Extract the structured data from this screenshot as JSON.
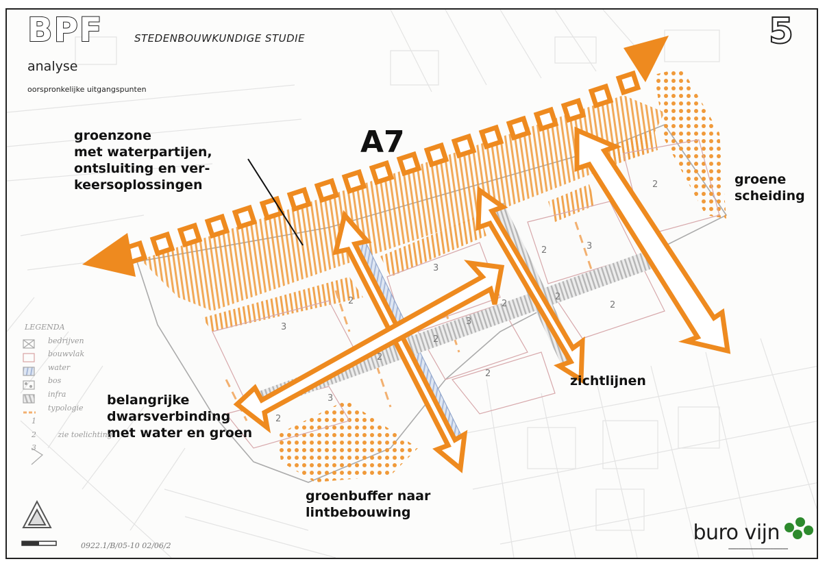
{
  "header": {
    "logo": "BPF",
    "subtitle": "STEDENBOUWKUNDIGE STUDIE",
    "page_number": "5",
    "section": "analyse",
    "section_sub": "oorspronkelijke uitgangspunten"
  },
  "map": {
    "road_label": "A7",
    "annotations": {
      "groenzone": [
        "groenzone",
        "met waterpartijen,",
        "ontsluiting en ver-",
        "keersoplossingen"
      ],
      "groene_scheiding": [
        "groene",
        "scheiding"
      ],
      "zichtlijnen": [
        "zichtlijnen"
      ],
      "dwarsverbinding": [
        "belangrijke",
        "dwarsverbinding",
        "met water en groen"
      ],
      "groenbuffer": [
        "groenbuffer naar",
        "lintbebouwing"
      ]
    },
    "block_numbers": [
      "2",
      "3",
      "2",
      "3",
      "2",
      "3",
      "2",
      "3",
      "2",
      "2",
      "2",
      "2",
      "2",
      "2",
      "3"
    ]
  },
  "legend": {
    "title": "LEGENDA",
    "items": [
      "bedrijven",
      "bouwvlak",
      "water",
      "bos",
      "infra",
      "typologie",
      "zie toelichting"
    ],
    "numbers": [
      "1",
      "2",
      "3"
    ]
  },
  "footer": {
    "brand": "buro vijn",
    "drawing_number": "0922.1/B/05-10 02/06/2"
  },
  "colors": {
    "accent": "#ee8a1f",
    "hatch": "#f0a450",
    "water": "#9fb4d6",
    "infra": "#bdbdbd",
    "brand_green": "#2d8a2d"
  }
}
